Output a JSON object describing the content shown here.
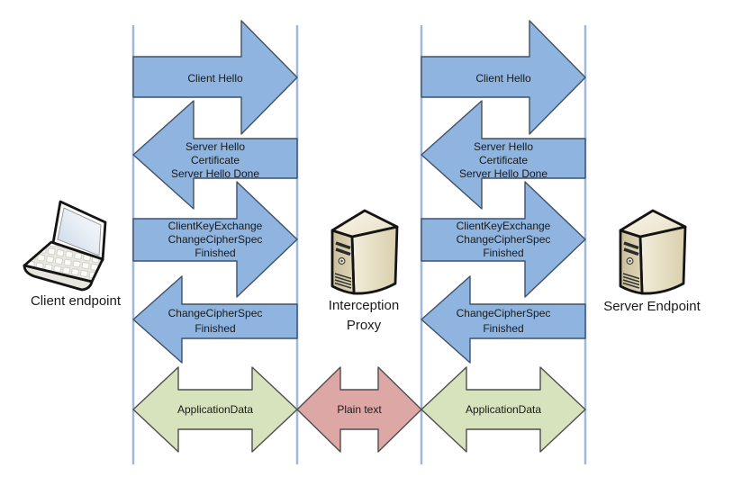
{
  "colors": {
    "handshake_fill": "#8FB4E0",
    "handshake_stroke": "#3E5166",
    "appdata_fill": "#D6E3BC",
    "plaintext_fill": "#DCA7A4",
    "data_stroke": "#4D4D4D",
    "lifeline": "#9FB8DC",
    "text": "#1A1A1A"
  },
  "endpoints": {
    "client": "Client endpoint",
    "proxy": "Interception\nProxy",
    "server": "Server Endpoint"
  },
  "left_session": {
    "client_hello": "Client Hello",
    "server_hello": "Server Hello\nCertificate\nServer Hello Done",
    "client_key_exchange": "ClientKeyExchange\nChangeCipherSpec\nFinished",
    "change_cipher_spec": "ChangeCipherSpec\nFinished",
    "application_data": "ApplicationData"
  },
  "right_session": {
    "client_hello": "Client Hello",
    "server_hello": "Server Hello\nCertificate\nServer Hello Done",
    "client_key_exchange": "ClientKeyExchange\nChangeCipherSpec\nFinished",
    "change_cipher_spec": "ChangeCipherSpec\nFinished",
    "application_data": "ApplicationData"
  },
  "proxy_link": {
    "plaintext": "Plain text"
  }
}
